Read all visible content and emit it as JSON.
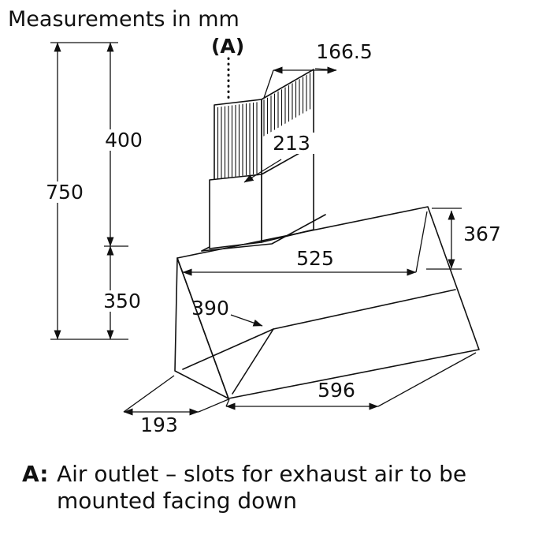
{
  "title": "Measurements in mm",
  "outlet_label": "(A)",
  "dimensions": {
    "d166_5": "166.5",
    "d400": "400",
    "d213": "213",
    "d750": "750",
    "d525": "525",
    "d367": "367",
    "d350": "350",
    "d390": "390",
    "d596": "596",
    "d193": "193"
  },
  "caption": {
    "prefix": "A:",
    "line1": "Air outlet – slots for exhaust air to be",
    "line2": "mounted facing down"
  },
  "colors": {
    "line": "#111111",
    "background": "#ffffff"
  }
}
